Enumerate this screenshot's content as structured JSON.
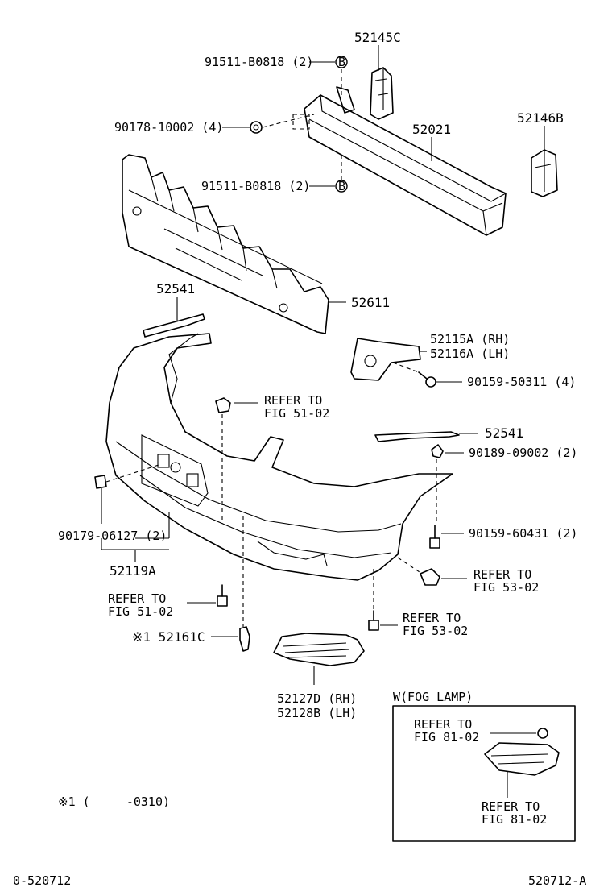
{
  "labels": {
    "p52145C": "52145C",
    "p91511_top": "91511-B0818 (2)",
    "p90178": "90178-10002 (4)",
    "p52021": "52021",
    "p52146B": "52146B",
    "p91511_bot": "91511-B0818 (2)",
    "p52541_top": "52541",
    "p52611": "52611",
    "p52115A": "52115A (RH)",
    "p52116A": "52116A (LH)",
    "p90159_50311": "90159-50311 (4)",
    "ref51_top_1": "REFER TO",
    "ref51_top_2": "FIG 51-02",
    "p52541_right": "52541",
    "p90189": "90189-09002 (2)",
    "p90179": "90179-06127 (2)",
    "p90159_60431": "90159-60431 (2)",
    "p52119A": "52119A",
    "ref53_right_1": "REFER TO",
    "ref53_right_2": "FIG 53-02",
    "ref51_left_1": "REFER TO",
    "ref51_left_2": "FIG 51-02",
    "ref53_mid_1": "REFER TO",
    "ref53_mid_2": "FIG 53-02",
    "p52161C": "※1 52161C",
    "p52127D": "52127D (RH)",
    "p52128B": "52128B (LH)",
    "fog_title": "W(FOG LAMP)",
    "ref81_a_1": "REFER TO",
    "ref81_a_2": "FIG 81-02",
    "ref81_b_1": "REFER TO",
    "ref81_b_2": "FIG 81-02",
    "footnote": "※1 (     -0310)",
    "code_left": "0-520712",
    "code_right": "520712-A",
    "bolt_b": "B"
  }
}
